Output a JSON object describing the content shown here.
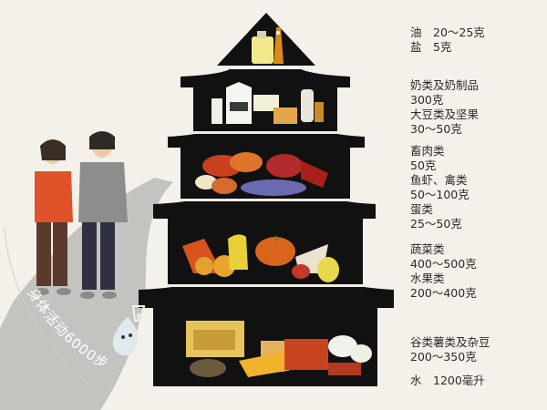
{
  "tiers": [
    {
      "id": "oil-salt",
      "lines": [
        "油　20～25克",
        "盐　5克"
      ]
    },
    {
      "id": "dairy-soy",
      "lines": [
        "奶类及奶制品",
        "300克",
        "大豆类及坚果",
        "30～50克"
      ]
    },
    {
      "id": "meat-fish-egg",
      "lines": [
        "畜肉类",
        "50克",
        "鱼虾、禽类",
        "50～100克",
        "蛋类",
        "25～50克"
      ]
    },
    {
      "id": "veg-fruit",
      "lines": [
        "蔬菜类",
        "400～500克",
        "水果类",
        "200～400克"
      ]
    },
    {
      "id": "grains",
      "lines": [
        "谷类薯类及杂豆",
        "200～350克"
      ]
    },
    {
      "id": "water",
      "lines": [
        "水　1200毫升"
      ]
    }
  ],
  "walk_text": "身体活动6000步",
  "colors": {
    "pyramid": "#111111",
    "band": "#e8e4da",
    "path": "#b9b9b4",
    "jacket_orange": "#e0532a",
    "sweater_gray": "#8d8d8d"
  }
}
